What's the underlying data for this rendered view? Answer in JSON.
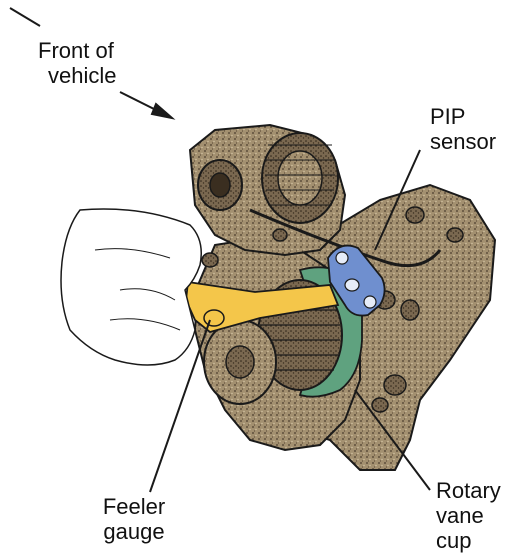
{
  "labels": {
    "front_of_vehicle": [
      "Front of",
      "vehicle"
    ],
    "pip_sensor": [
      "PIP",
      "sensor"
    ],
    "feeler_gauge": [
      "Feeler",
      "gauge"
    ],
    "rotary_vane_cup": [
      "Rotary",
      "vane",
      "cup"
    ]
  },
  "colors": {
    "engine_body": "#a39070",
    "engine_shadow": "#6b5a44",
    "outline": "#1a1a1a",
    "pip_sensor": "#6f8fcf",
    "rotary_vane_cup": "#5fa27f",
    "feeler_gauge": "#f4c64a",
    "hand": "#ffffff"
  }
}
